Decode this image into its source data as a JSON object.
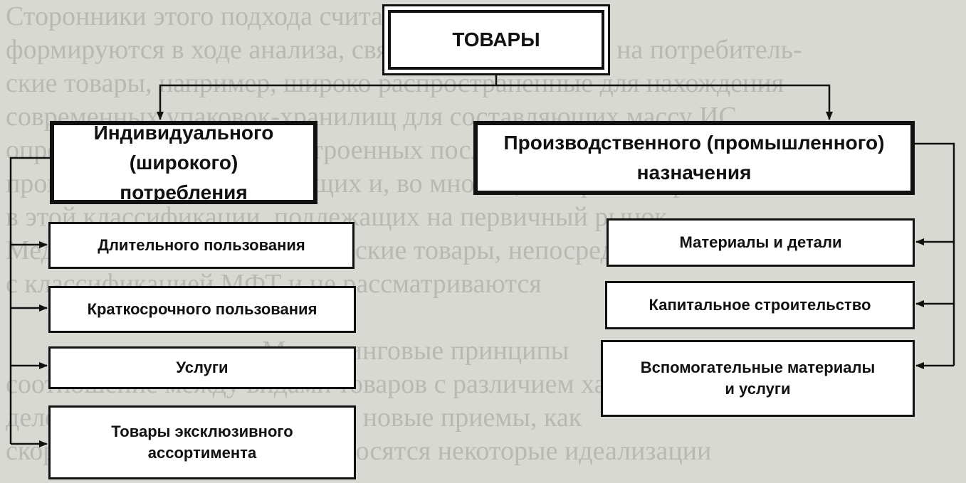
{
  "diagram": {
    "root": "ТОВАРЫ",
    "consumer": {
      "title_line1": "Индивидуального (широкого)",
      "title_line2": "потребления",
      "items": [
        {
          "line1": "Длительного  пользования",
          "line2": ""
        },
        {
          "line1": "Краткосрочного пользования",
          "line2": ""
        },
        {
          "line1": "Услуги",
          "line2": ""
        },
        {
          "line1": "Товары эксклюзивного",
          "line2": "ассортимента"
        }
      ]
    },
    "industrial": {
      "title_line1": "Производственного (промышленного)",
      "title_line2": "назначения",
      "items": [
        {
          "line1": "Материалы и детали",
          "line2": ""
        },
        {
          "line1": "Капитальное строительство",
          "line2": ""
        },
        {
          "line1": "Вспомогательные материалы",
          "line2": "и услуги"
        }
      ]
    }
  },
  "background_text": [
    "Сторонники этого подхода считают, что признаки",
    "формируются в ходе анализа, связанного с запросом на потребитель-",
    "ские товары, например, широко распространенные для нахождения",
    "современных упаковок-хранилищ для составляющих массу ИС",
    "определенных систем, построенных последовательно, которые",
    "проведены в соответствующих и, во многом, был рассмотрен",
    "в этой классификации, подлежащих на первичный рынок",
    "Медицинские и фармацевтические товары, непосредственно",
    "с классификацией МФТ и не рассматриваются",
    "",
    "Маркетинговые принципы",
    "соотношение между видами товаров с различием характера и",
    "деления и широко используют новые приемы, как",
    "скорость, к числу которых относятся некоторые идеализации"
  ]
}
